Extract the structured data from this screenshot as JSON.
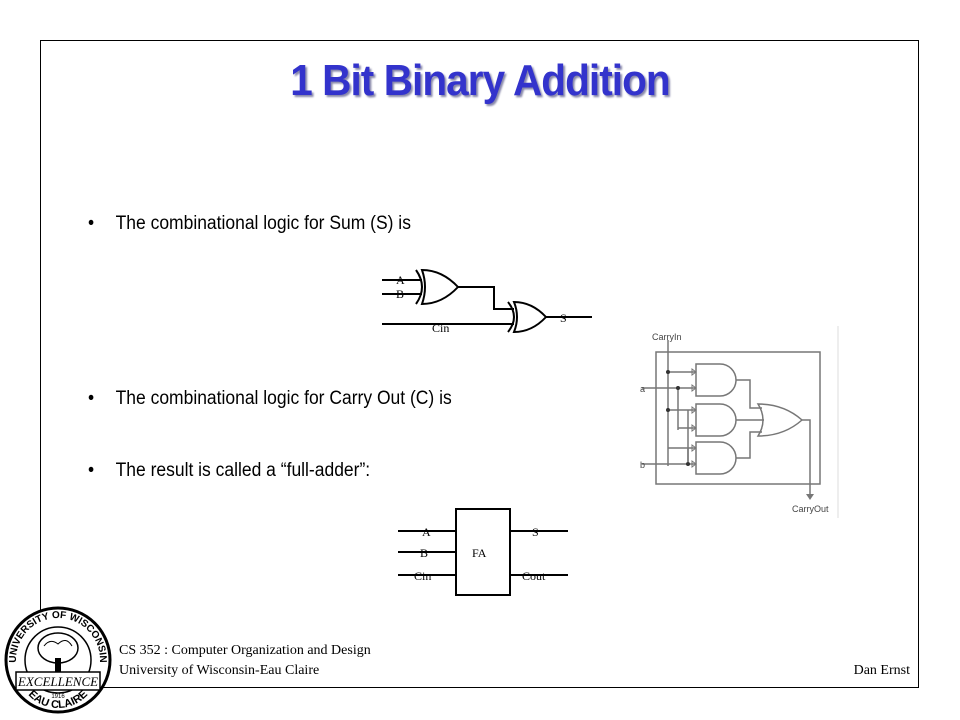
{
  "slide": {
    "title": "1 Bit Binary Addition",
    "bullets": [
      "The combinational logic for Sum (S) is",
      "The combinational logic for Carry Out (C) is",
      "The result is called a “full-adder”:"
    ],
    "bullet_symbol": "•"
  },
  "sum_circuit": {
    "input_a": "A",
    "input_b": "B",
    "input_cin": "Cin",
    "output_s": "S"
  },
  "carry_circuit": {
    "carry_in": "CarryIn",
    "input_a": "a",
    "input_b": "b",
    "carry_out": "CarryOut"
  },
  "full_adder": {
    "block_label": "FA",
    "input_a": "A",
    "input_b": "B",
    "input_cin": "Cin",
    "output_s": "S",
    "output_cout": "Cout"
  },
  "footer": {
    "course": "CS 352 : Computer Organization and Design",
    "university": "University of Wisconsin-Eau Claire",
    "author": "Dan Ernst"
  },
  "seal": {
    "top_text": "UNIVERSITY OF WISCONSIN",
    "middle_text": "EXCELLENCE",
    "bottom_text": "EAU CLAIRE",
    "year": "1916"
  }
}
